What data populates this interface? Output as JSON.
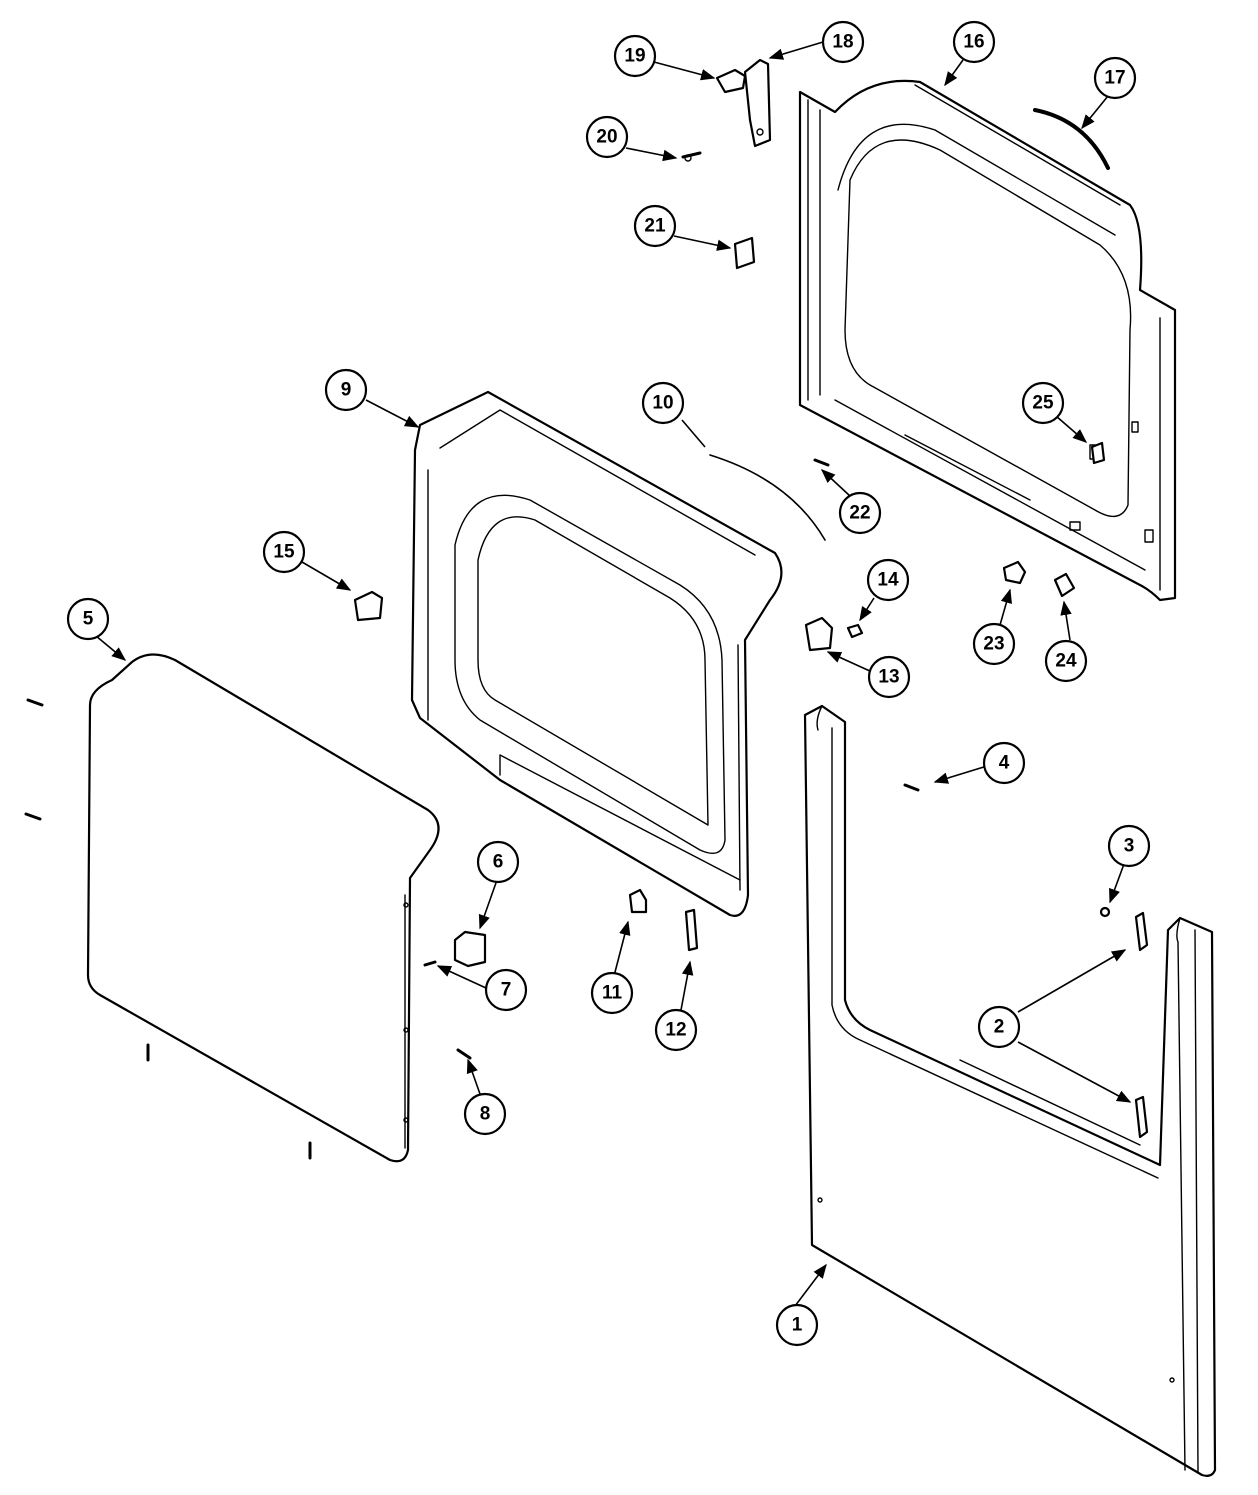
{
  "diagram": {
    "line_color": "#000000",
    "background": "#ffffff",
    "callouts": [
      {
        "id": "c1",
        "label": "1"
      },
      {
        "id": "c2",
        "label": "2"
      },
      {
        "id": "c3",
        "label": "3"
      },
      {
        "id": "c4",
        "label": "4"
      },
      {
        "id": "c5",
        "label": "5"
      },
      {
        "id": "c6",
        "label": "6"
      },
      {
        "id": "c7",
        "label": "7"
      },
      {
        "id": "c8",
        "label": "8"
      },
      {
        "id": "c9",
        "label": "9"
      },
      {
        "id": "c10",
        "label": "10"
      },
      {
        "id": "c11",
        "label": "11"
      },
      {
        "id": "c12",
        "label": "12"
      },
      {
        "id": "c13",
        "label": "13"
      },
      {
        "id": "c14",
        "label": "14"
      },
      {
        "id": "c15",
        "label": "15"
      },
      {
        "id": "c16",
        "label": "16"
      },
      {
        "id": "c17",
        "label": "17"
      },
      {
        "id": "c18",
        "label": "18"
      },
      {
        "id": "c19",
        "label": "19"
      },
      {
        "id": "c20",
        "label": "20"
      },
      {
        "id": "c21",
        "label": "21"
      },
      {
        "id": "c22",
        "label": "22"
      },
      {
        "id": "c23",
        "label": "23"
      },
      {
        "id": "c24",
        "label": "24"
      },
      {
        "id": "c25",
        "label": "25"
      }
    ]
  }
}
